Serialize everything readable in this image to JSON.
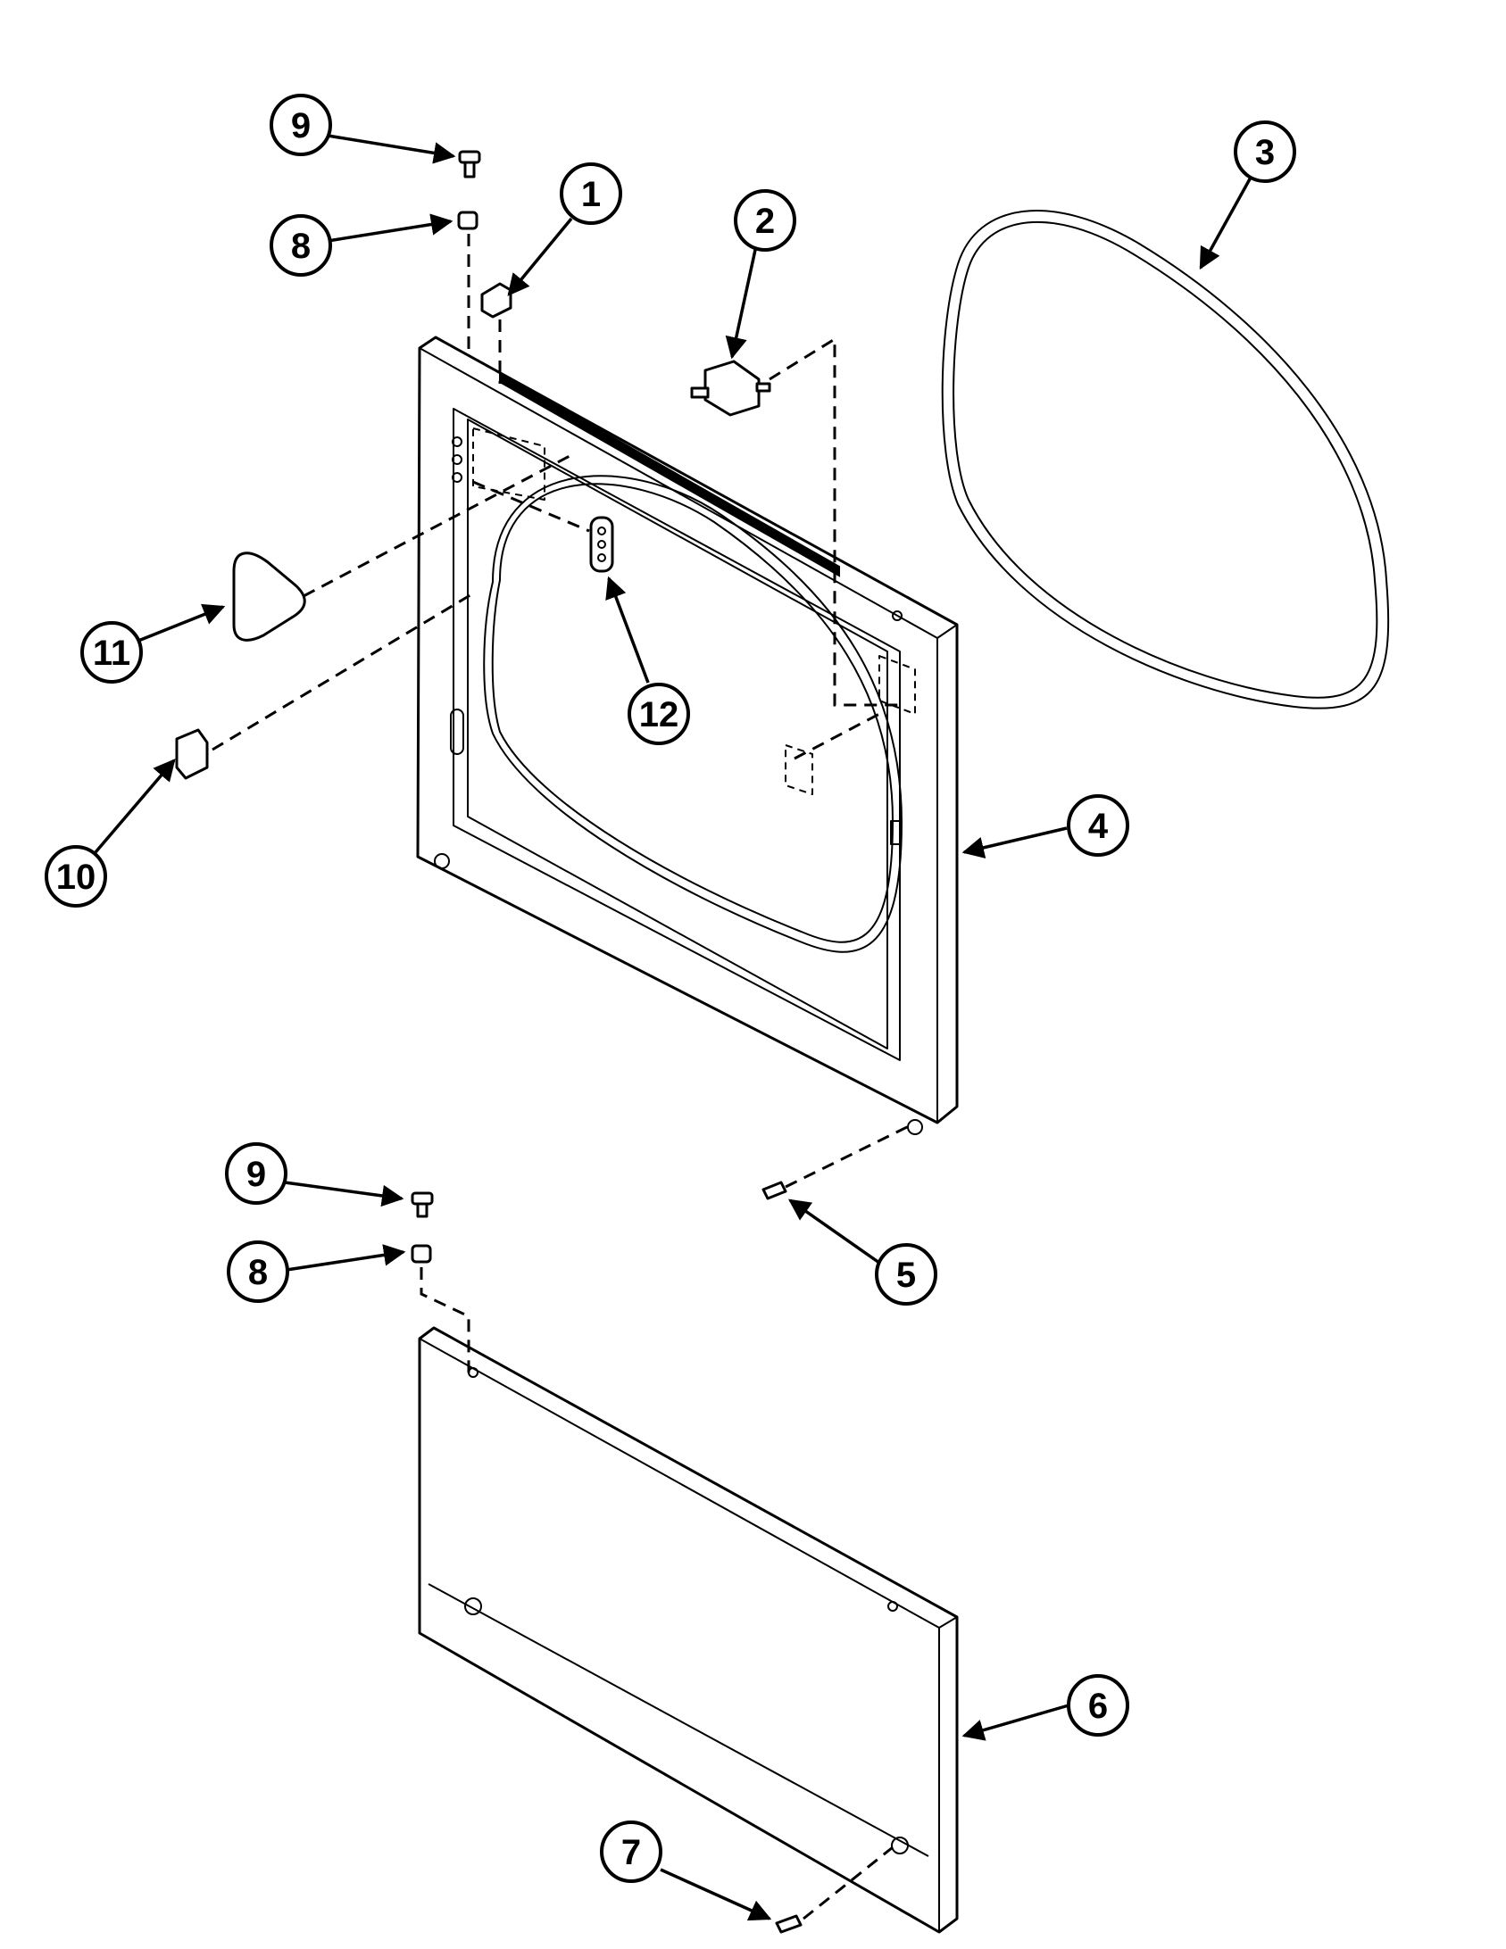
{
  "callouts": [
    {
      "id": "c9a",
      "label": "9"
    },
    {
      "id": "c8a",
      "label": "8"
    },
    {
      "id": "c1",
      "label": "1"
    },
    {
      "id": "c2",
      "label": "2"
    },
    {
      "id": "c3",
      "label": "3"
    },
    {
      "id": "c11",
      "label": "11"
    },
    {
      "id": "c12",
      "label": "12"
    },
    {
      "id": "c10",
      "label": "10"
    },
    {
      "id": "c4",
      "label": "4"
    },
    {
      "id": "c9b",
      "label": "9"
    },
    {
      "id": "c8b",
      "label": "8"
    },
    {
      "id": "c5",
      "label": "5"
    },
    {
      "id": "c6",
      "label": "6"
    },
    {
      "id": "c7",
      "label": "7"
    }
  ],
  "colors": {
    "ink": "#000000",
    "paper": "#ffffff"
  }
}
